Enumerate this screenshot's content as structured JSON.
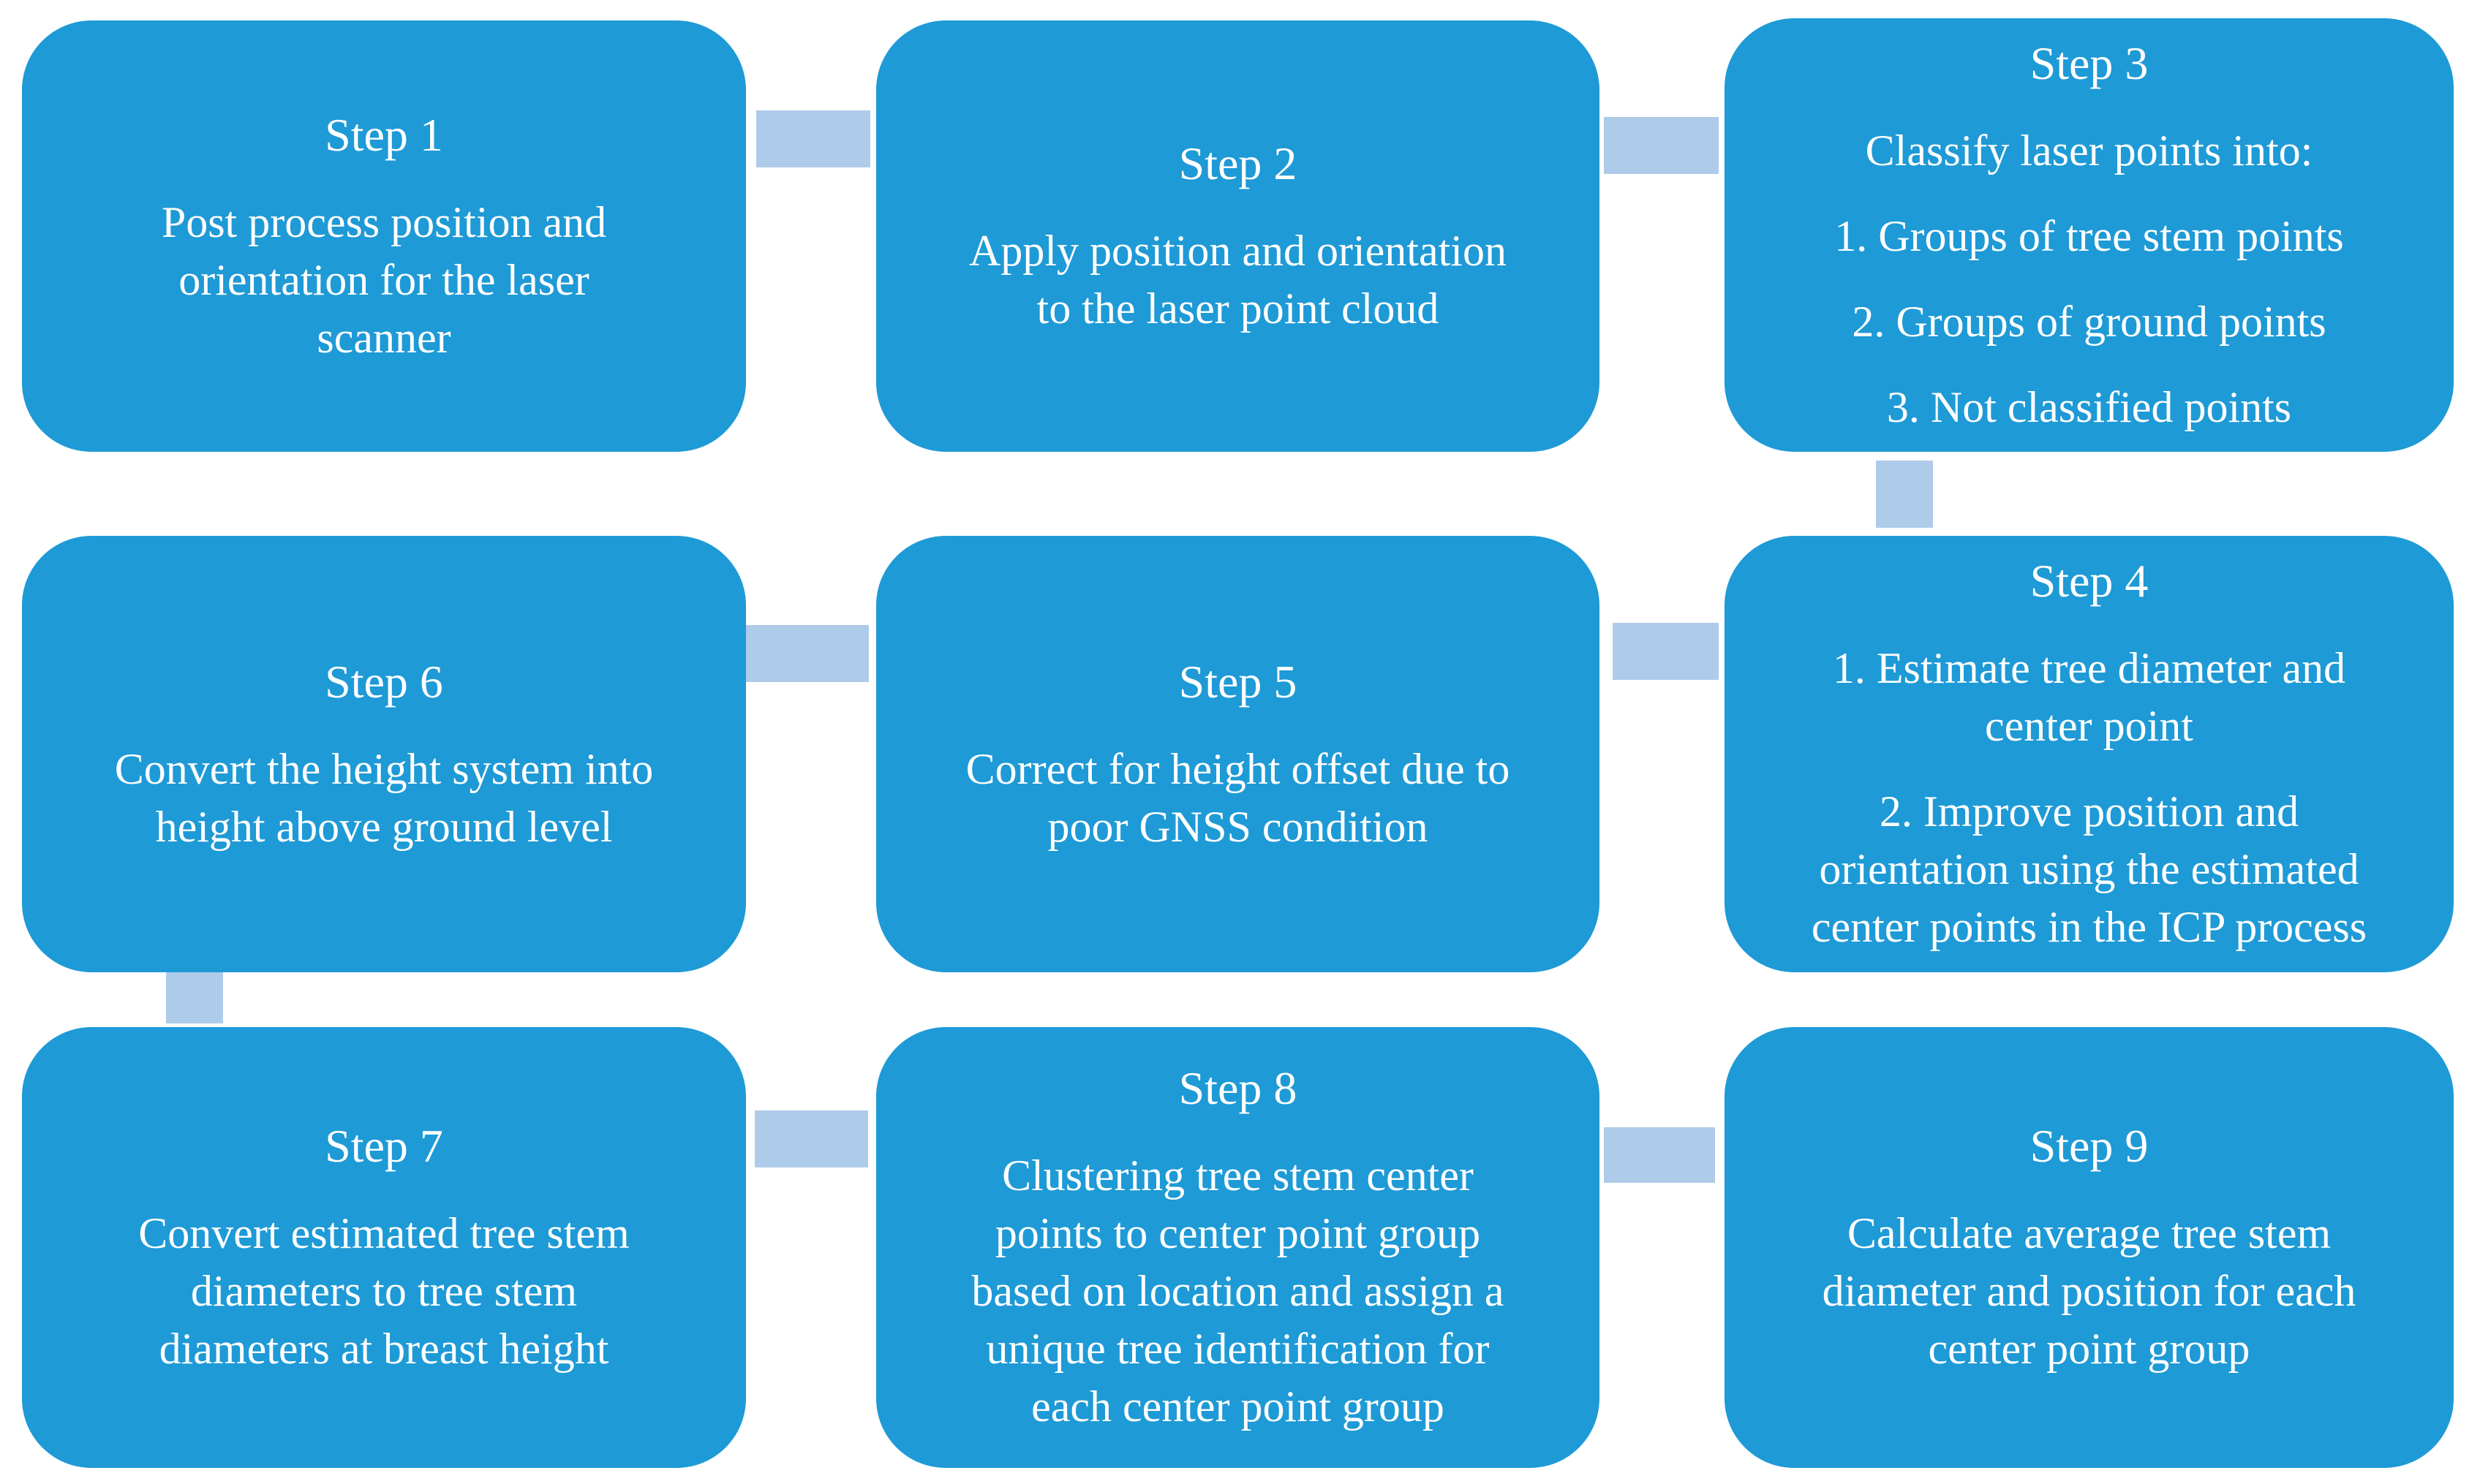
{
  "colors": {
    "box_fill": "#1E9AD6",
    "connector_fill": "#AECBE9",
    "text": "#FFFFFF",
    "background": "#FFFFFF"
  },
  "steps": [
    {
      "id": 1,
      "title": "Step 1",
      "paragraphs": [
        [
          "Post process position and",
          "orientation for the laser",
          "scanner"
        ]
      ]
    },
    {
      "id": 2,
      "title": "Step 2",
      "paragraphs": [
        [
          "Apply position and orientation",
          "to the laser point cloud"
        ]
      ]
    },
    {
      "id": 3,
      "title": "Step 3",
      "paragraphs": [
        [
          "Classify laser points into:"
        ],
        [
          "1. Groups of tree stem points"
        ],
        [
          "2. Groups of ground points"
        ],
        [
          "3. Not classified points"
        ]
      ]
    },
    {
      "id": 4,
      "title": "Step 4",
      "paragraphs": [
        [
          "1. Estimate tree diameter and",
          "center point"
        ],
        [
          "2. Improve position and",
          "orientation using the estimated",
          "center points in the ICP process"
        ]
      ]
    },
    {
      "id": 5,
      "title": "Step 5",
      "paragraphs": [
        [
          "Correct for height offset due to",
          "poor GNSS condition"
        ]
      ]
    },
    {
      "id": 6,
      "title": "Step 6",
      "paragraphs": [
        [
          "Convert the height system into",
          "height above ground level"
        ]
      ]
    },
    {
      "id": 7,
      "title": "Step 7",
      "paragraphs": [
        [
          "Convert estimated tree stem",
          "diameters to tree stem",
          "diameters at breast height"
        ]
      ]
    },
    {
      "id": 8,
      "title": "Step 8",
      "paragraphs": [
        [
          "Clustering tree stem center",
          "points to center point group",
          "based on location and assign a",
          "unique tree identification for",
          "each center point group"
        ]
      ]
    },
    {
      "id": 9,
      "title": "Step 9",
      "paragraphs": [
        [
          "Calculate average tree stem",
          "diameter and position for each",
          "center point group"
        ]
      ]
    }
  ],
  "connectors": [
    {
      "from": "Step 1",
      "to": "Step 2",
      "direction": "horizontal"
    },
    {
      "from": "Step 2",
      "to": "Step 3",
      "direction": "horizontal"
    },
    {
      "from": "Step 3",
      "to": "Step 4",
      "direction": "vertical"
    },
    {
      "from": "Step 4",
      "to": "Step 5",
      "direction": "horizontal"
    },
    {
      "from": "Step 5",
      "to": "Step 6",
      "direction": "horizontal"
    },
    {
      "from": "Step 6",
      "to": "Step 7",
      "direction": "vertical"
    },
    {
      "from": "Step 7",
      "to": "Step 8",
      "direction": "horizontal"
    },
    {
      "from": "Step 8",
      "to": "Step 9",
      "direction": "horizontal"
    }
  ]
}
